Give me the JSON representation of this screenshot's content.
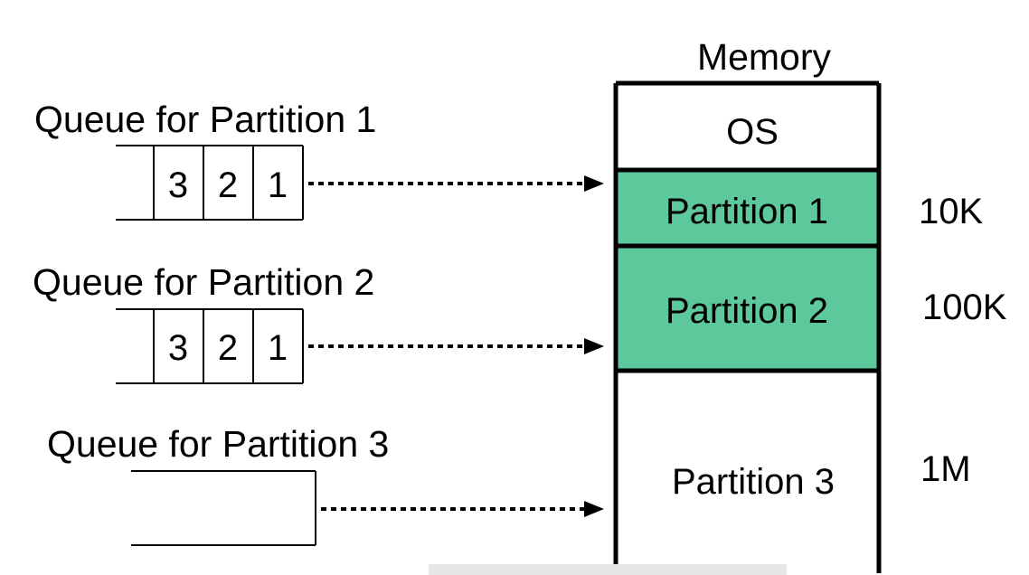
{
  "memory": {
    "title": "Memory",
    "sections": [
      {
        "label": "OS",
        "highlight": false
      },
      {
        "label": "Partition 1",
        "highlight": true
      },
      {
        "label": "Partition 2",
        "highlight": true
      },
      {
        "label": "Partition 3",
        "highlight": false
      }
    ],
    "sizes": [
      "10K",
      "100K",
      "1M"
    ],
    "highlight_color": "#5cc89b",
    "border_color": "#000000"
  },
  "queues": [
    {
      "title": "Queue for Partition 1",
      "items": [
        "3",
        "2",
        "1"
      ]
    },
    {
      "title": "Queue for Partition 2",
      "items": [
        "3",
        "2",
        "1"
      ]
    },
    {
      "title": "Queue for Partition 3",
      "items": []
    }
  ]
}
